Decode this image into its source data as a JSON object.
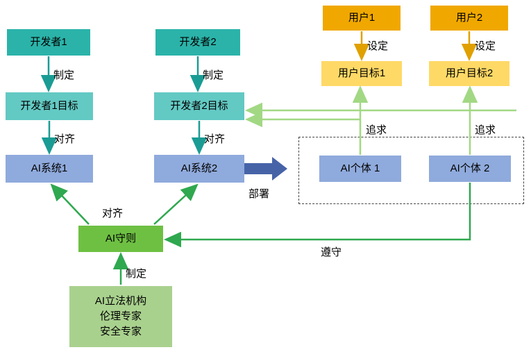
{
  "diagram": {
    "boxes": {
      "dev1": "开发者1",
      "dev2": "开发者2",
      "dev1_goal": "开发者1目标",
      "dev2_goal": "开发者2目标",
      "ai_system1": "AI系统1",
      "ai_system2": "AI系统2",
      "user1": "用户1",
      "user2": "用户2",
      "user_goal1": "用户目标1",
      "user_goal2": "用户目标2",
      "ai_agent1": "AI个体 1",
      "ai_agent2": "AI个体 2",
      "ai_rules": "AI守则",
      "experts_line1": "AI立法机构",
      "experts_line2": "伦理专家",
      "experts_line3": "安全专家"
    },
    "labels": {
      "dev1_make": "制定",
      "dev2_make": "制定",
      "dev1_align": "对齐",
      "dev2_align": "对齐",
      "user1_set": "设定",
      "user2_set": "设定",
      "pursue1": "追求",
      "pursue2": "追求",
      "deploy": "部署",
      "rules_align": "对齐",
      "comply": "遵守",
      "experts_make": "制定"
    },
    "colors": {
      "teal": "#2bb3a9",
      "teal_light": "#63c9c3",
      "blue": "#8faadc",
      "gold": "#f0a800",
      "gold_light": "#ffd966",
      "green": "#6ec043",
      "green_light_box": "#a9d18e",
      "arrow_teal": "#1a9c94",
      "arrow_orange": "#e0a000",
      "arrow_light_green": "#a2d884",
      "arrow_green": "#2fa84f",
      "deploy_arrow": "#4763a8"
    }
  }
}
